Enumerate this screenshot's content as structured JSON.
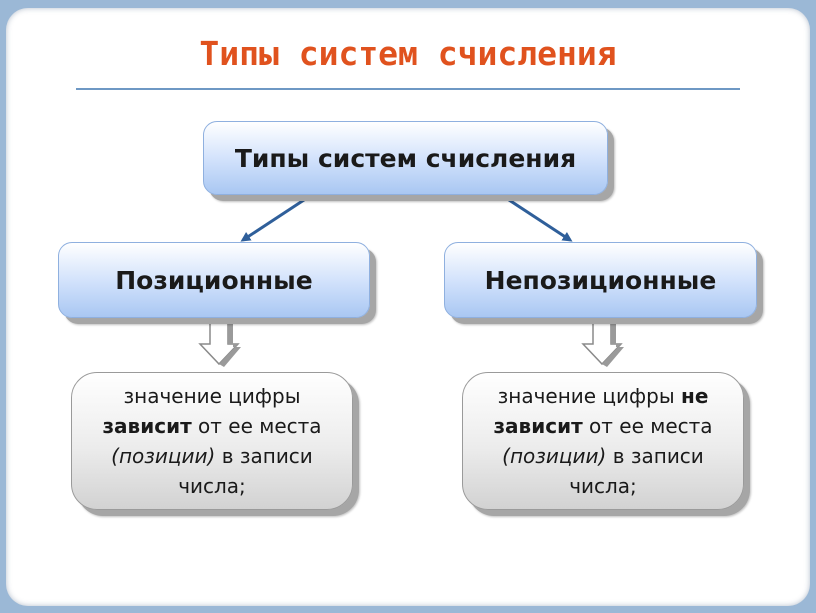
{
  "slide": {
    "title": "Типы систем счисления"
  },
  "diagram": {
    "root": {
      "label": "Типы систем счисления"
    },
    "branches": [
      {
        "label": "Позиционные",
        "description": {
          "part1": "значение цифры ",
          "bold1": "",
          "bold2": "зависит",
          "part2": " от ее места ",
          "italic": "(позиции)",
          "part3": " в записи числа;"
        }
      },
      {
        "label": "Непозиционные",
        "description": {
          "part1": "значение цифры ",
          "bold1": "не",
          "bold2": "зависит",
          "part2": " от ее места ",
          "italic": "(позиции)",
          "part3": " в записи числа;"
        }
      }
    ]
  },
  "colors": {
    "title": "#e0521e",
    "rule": "#6e98c4",
    "arrow": "#2f5f9a",
    "box_fill": "#cfe0fb",
    "desc_fill": "#ececec"
  }
}
